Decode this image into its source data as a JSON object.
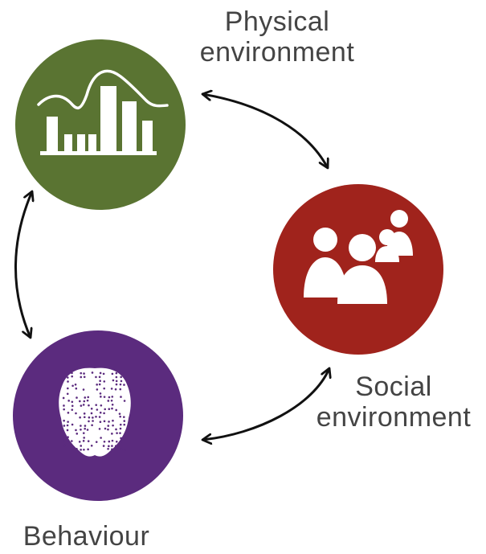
{
  "nodes": {
    "physical": {
      "line1": "Physical",
      "line2": "environment",
      "color": "#5a7432",
      "icon": "bar-chart-icon"
    },
    "social": {
      "line1": "Social",
      "line2": "environment",
      "color": "#a0231c",
      "icon": "people-group-icon"
    },
    "behaviour": {
      "line1": "Behaviour",
      "color": "#5b2b7e",
      "icon": "brain-dots-icon"
    }
  },
  "colors": {
    "label": "#444444",
    "arrow": "#111111",
    "icon": "#ffffff"
  }
}
